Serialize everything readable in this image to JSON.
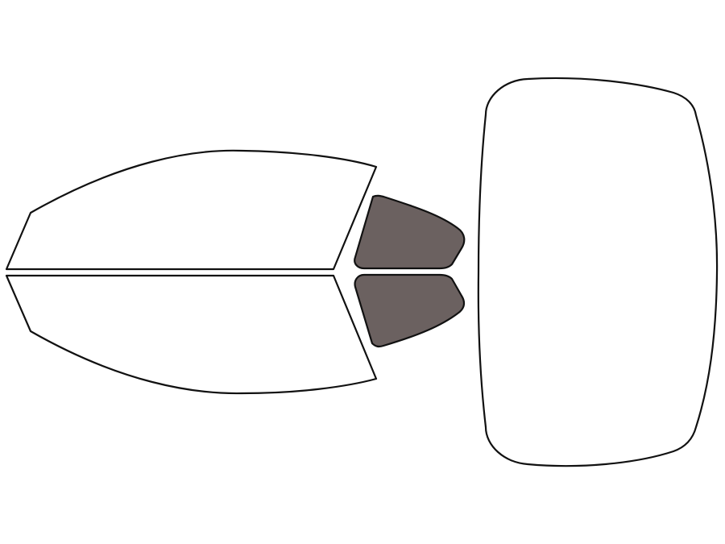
{
  "colors": {
    "background": "#ffffff",
    "outline": "#111111",
    "untinted_fill": "#ffffff",
    "tinted_fill": "#6b6160"
  },
  "panes": [
    {
      "name": "front-windshield",
      "state": "untinted"
    },
    {
      "name": "front-left-side-window",
      "state": "untinted"
    },
    {
      "name": "front-right-side-window",
      "state": "untinted"
    },
    {
      "name": "rear-left-side-window",
      "state": "tinted"
    },
    {
      "name": "rear-right-side-window",
      "state": "tinted"
    }
  ]
}
